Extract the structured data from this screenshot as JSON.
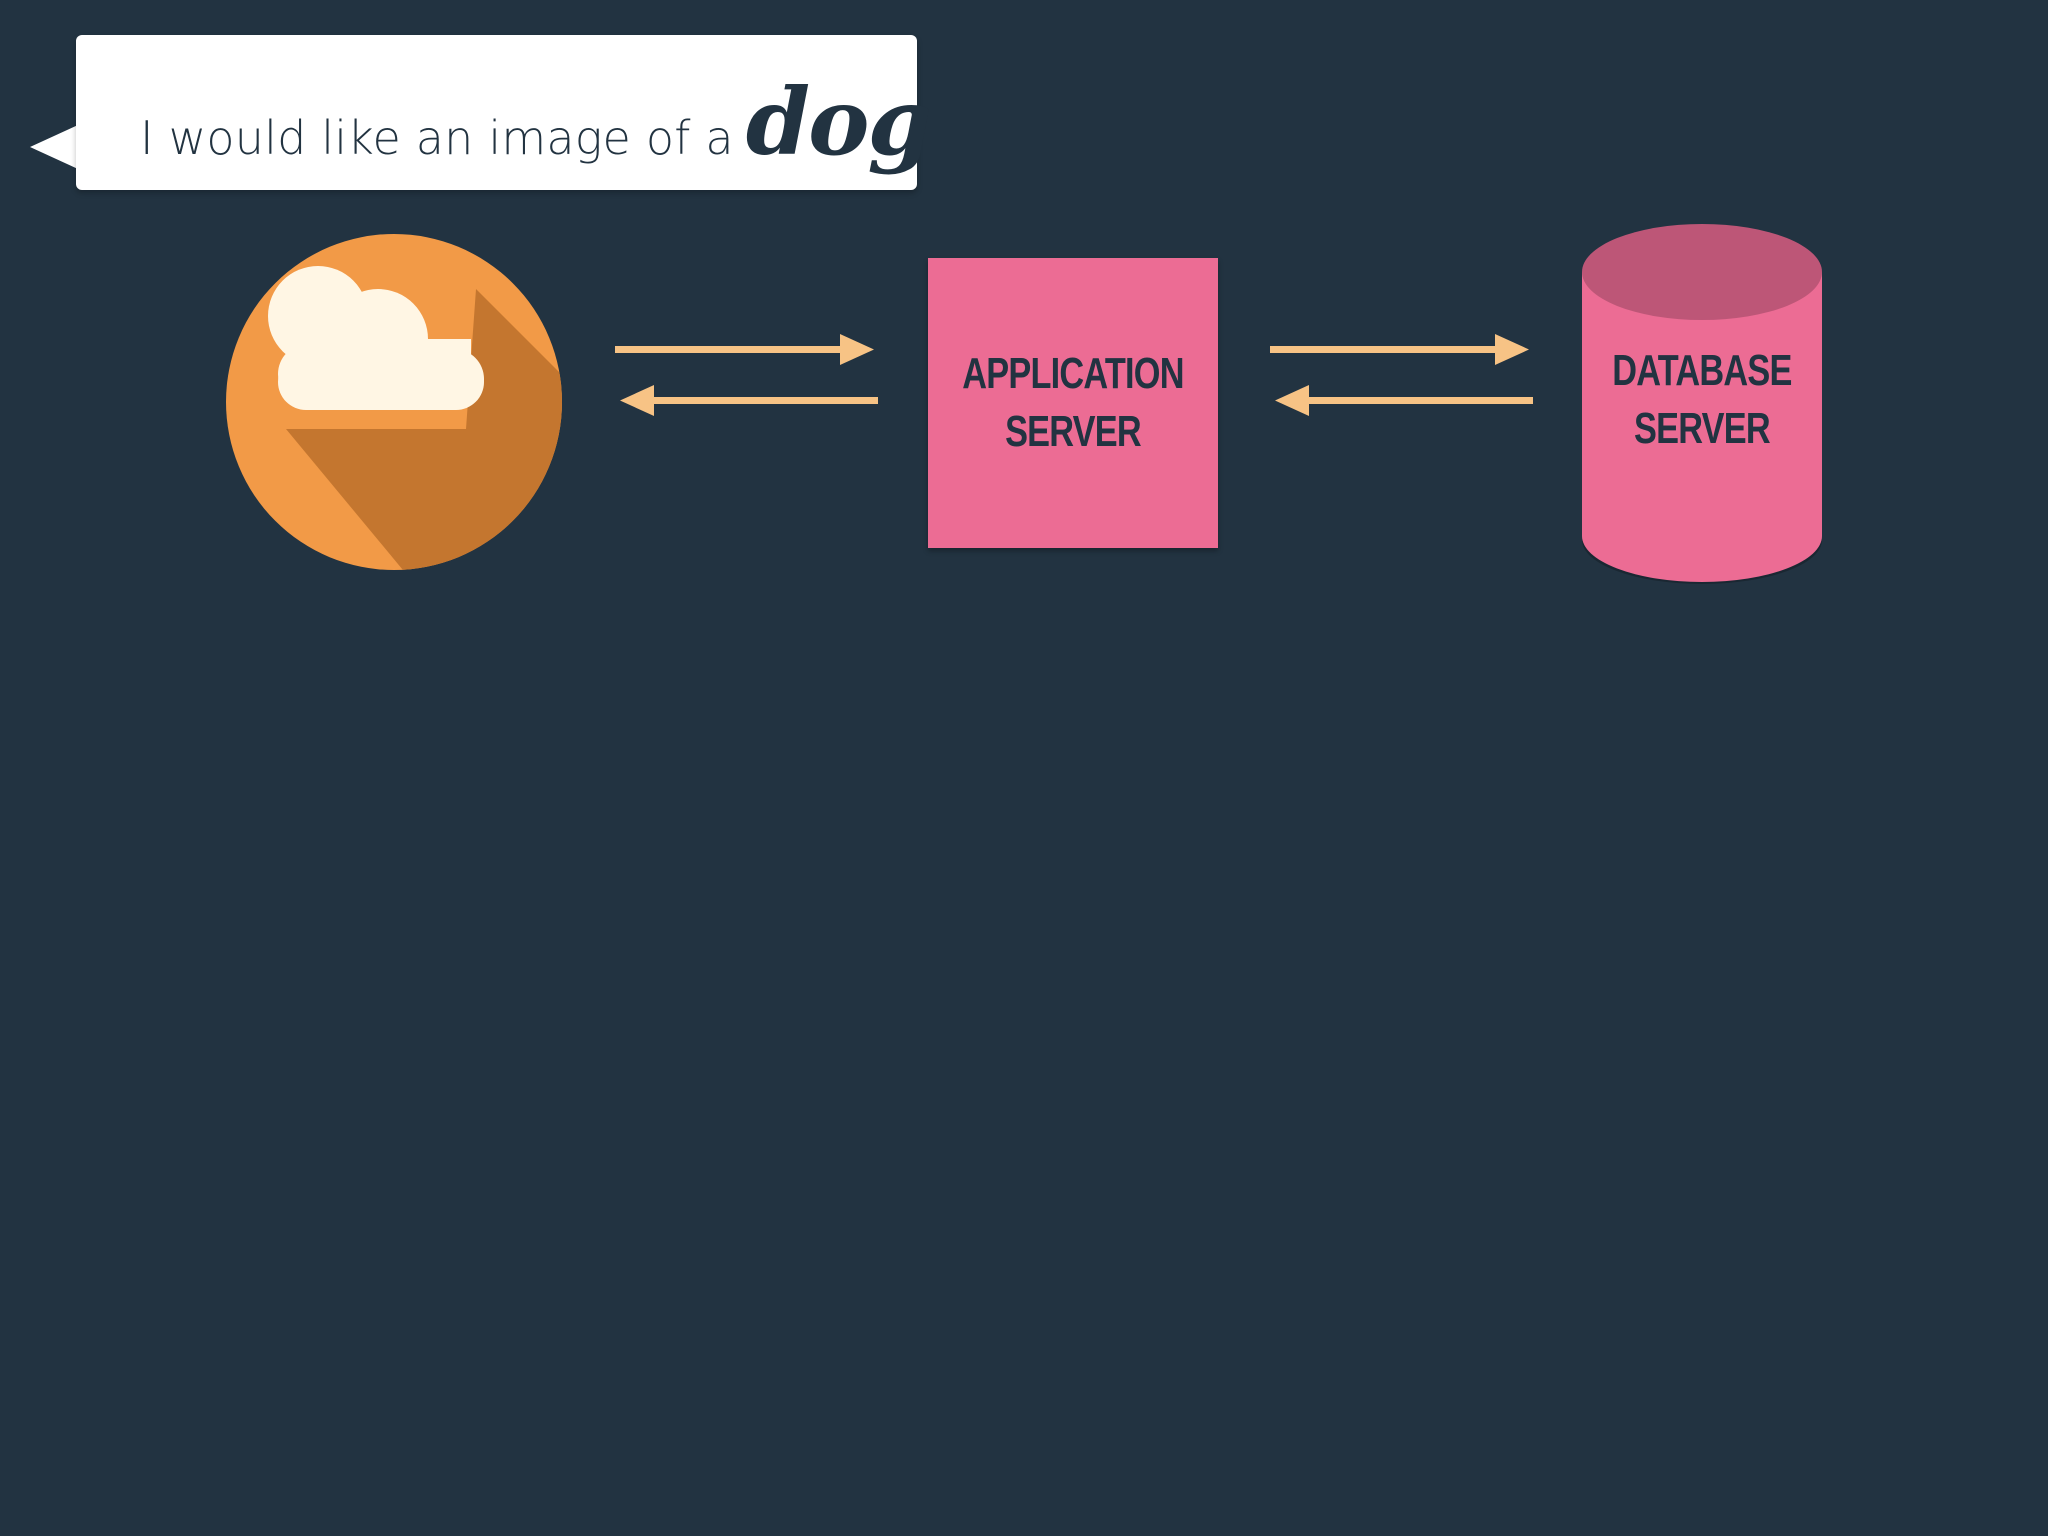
{
  "speech": {
    "text": "I would like an image of a",
    "emphasis": "dog"
  },
  "client": {
    "icon": "cloud-icon"
  },
  "app_server": {
    "line1": "APPLICATION",
    "line2": "SERVER"
  },
  "db_server": {
    "line1": "DATABASE",
    "line2": "SERVER"
  },
  "colors": {
    "background": "#223341",
    "bubble": "#ffffff",
    "client_circle": "#f29a47",
    "client_shadow": "#c4762f",
    "cloud": "#fff6e4",
    "server": "#ec6c94",
    "db_top": "#bd5677",
    "arrow": "#f7c385",
    "label": "#223341"
  }
}
